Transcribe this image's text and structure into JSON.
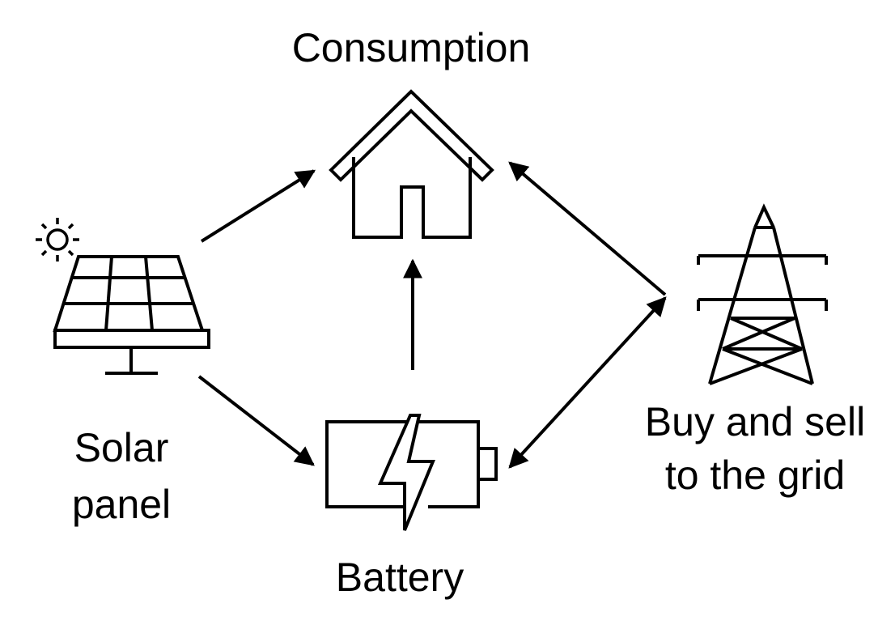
{
  "labels": {
    "consumption": "Consumption",
    "solar_line1": "Solar",
    "solar_line2": "panel",
    "battery": "Battery",
    "grid_line1": "Buy and sell",
    "grid_line2": "to the grid"
  },
  "icons": {
    "house": "house-icon",
    "sun": "sun-icon",
    "solar_panel": "solar-panel-icon",
    "battery": "battery-icon",
    "pylon": "transmission-tower-icon"
  },
  "colors": {
    "stroke": "#000000",
    "background": "#ffffff"
  }
}
